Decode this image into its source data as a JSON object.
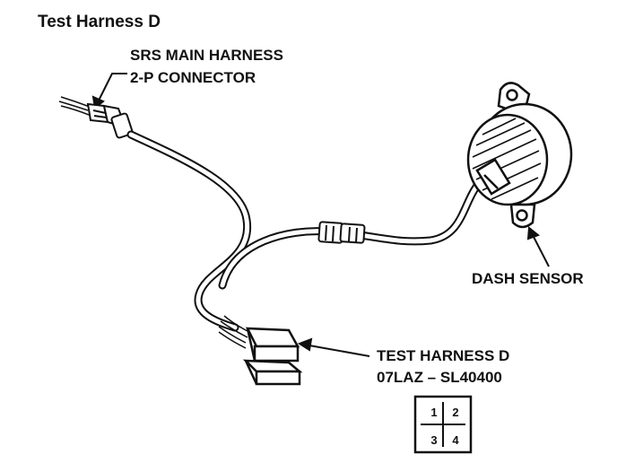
{
  "title": "Test Harness D",
  "labels": {
    "main_harness_line1": "SRS MAIN HARNESS",
    "main_harness_line2": "2-P CONNECTOR",
    "dash_sensor": "DASH SENSOR",
    "test_harness_line1": "TEST HARNESS D",
    "test_harness_line2": "07LAZ – SL40400"
  },
  "pin_grid": {
    "pins": [
      "1",
      "2",
      "3",
      "4"
    ]
  },
  "colors": {
    "ink": "#111111",
    "paper": "#ffffff"
  }
}
